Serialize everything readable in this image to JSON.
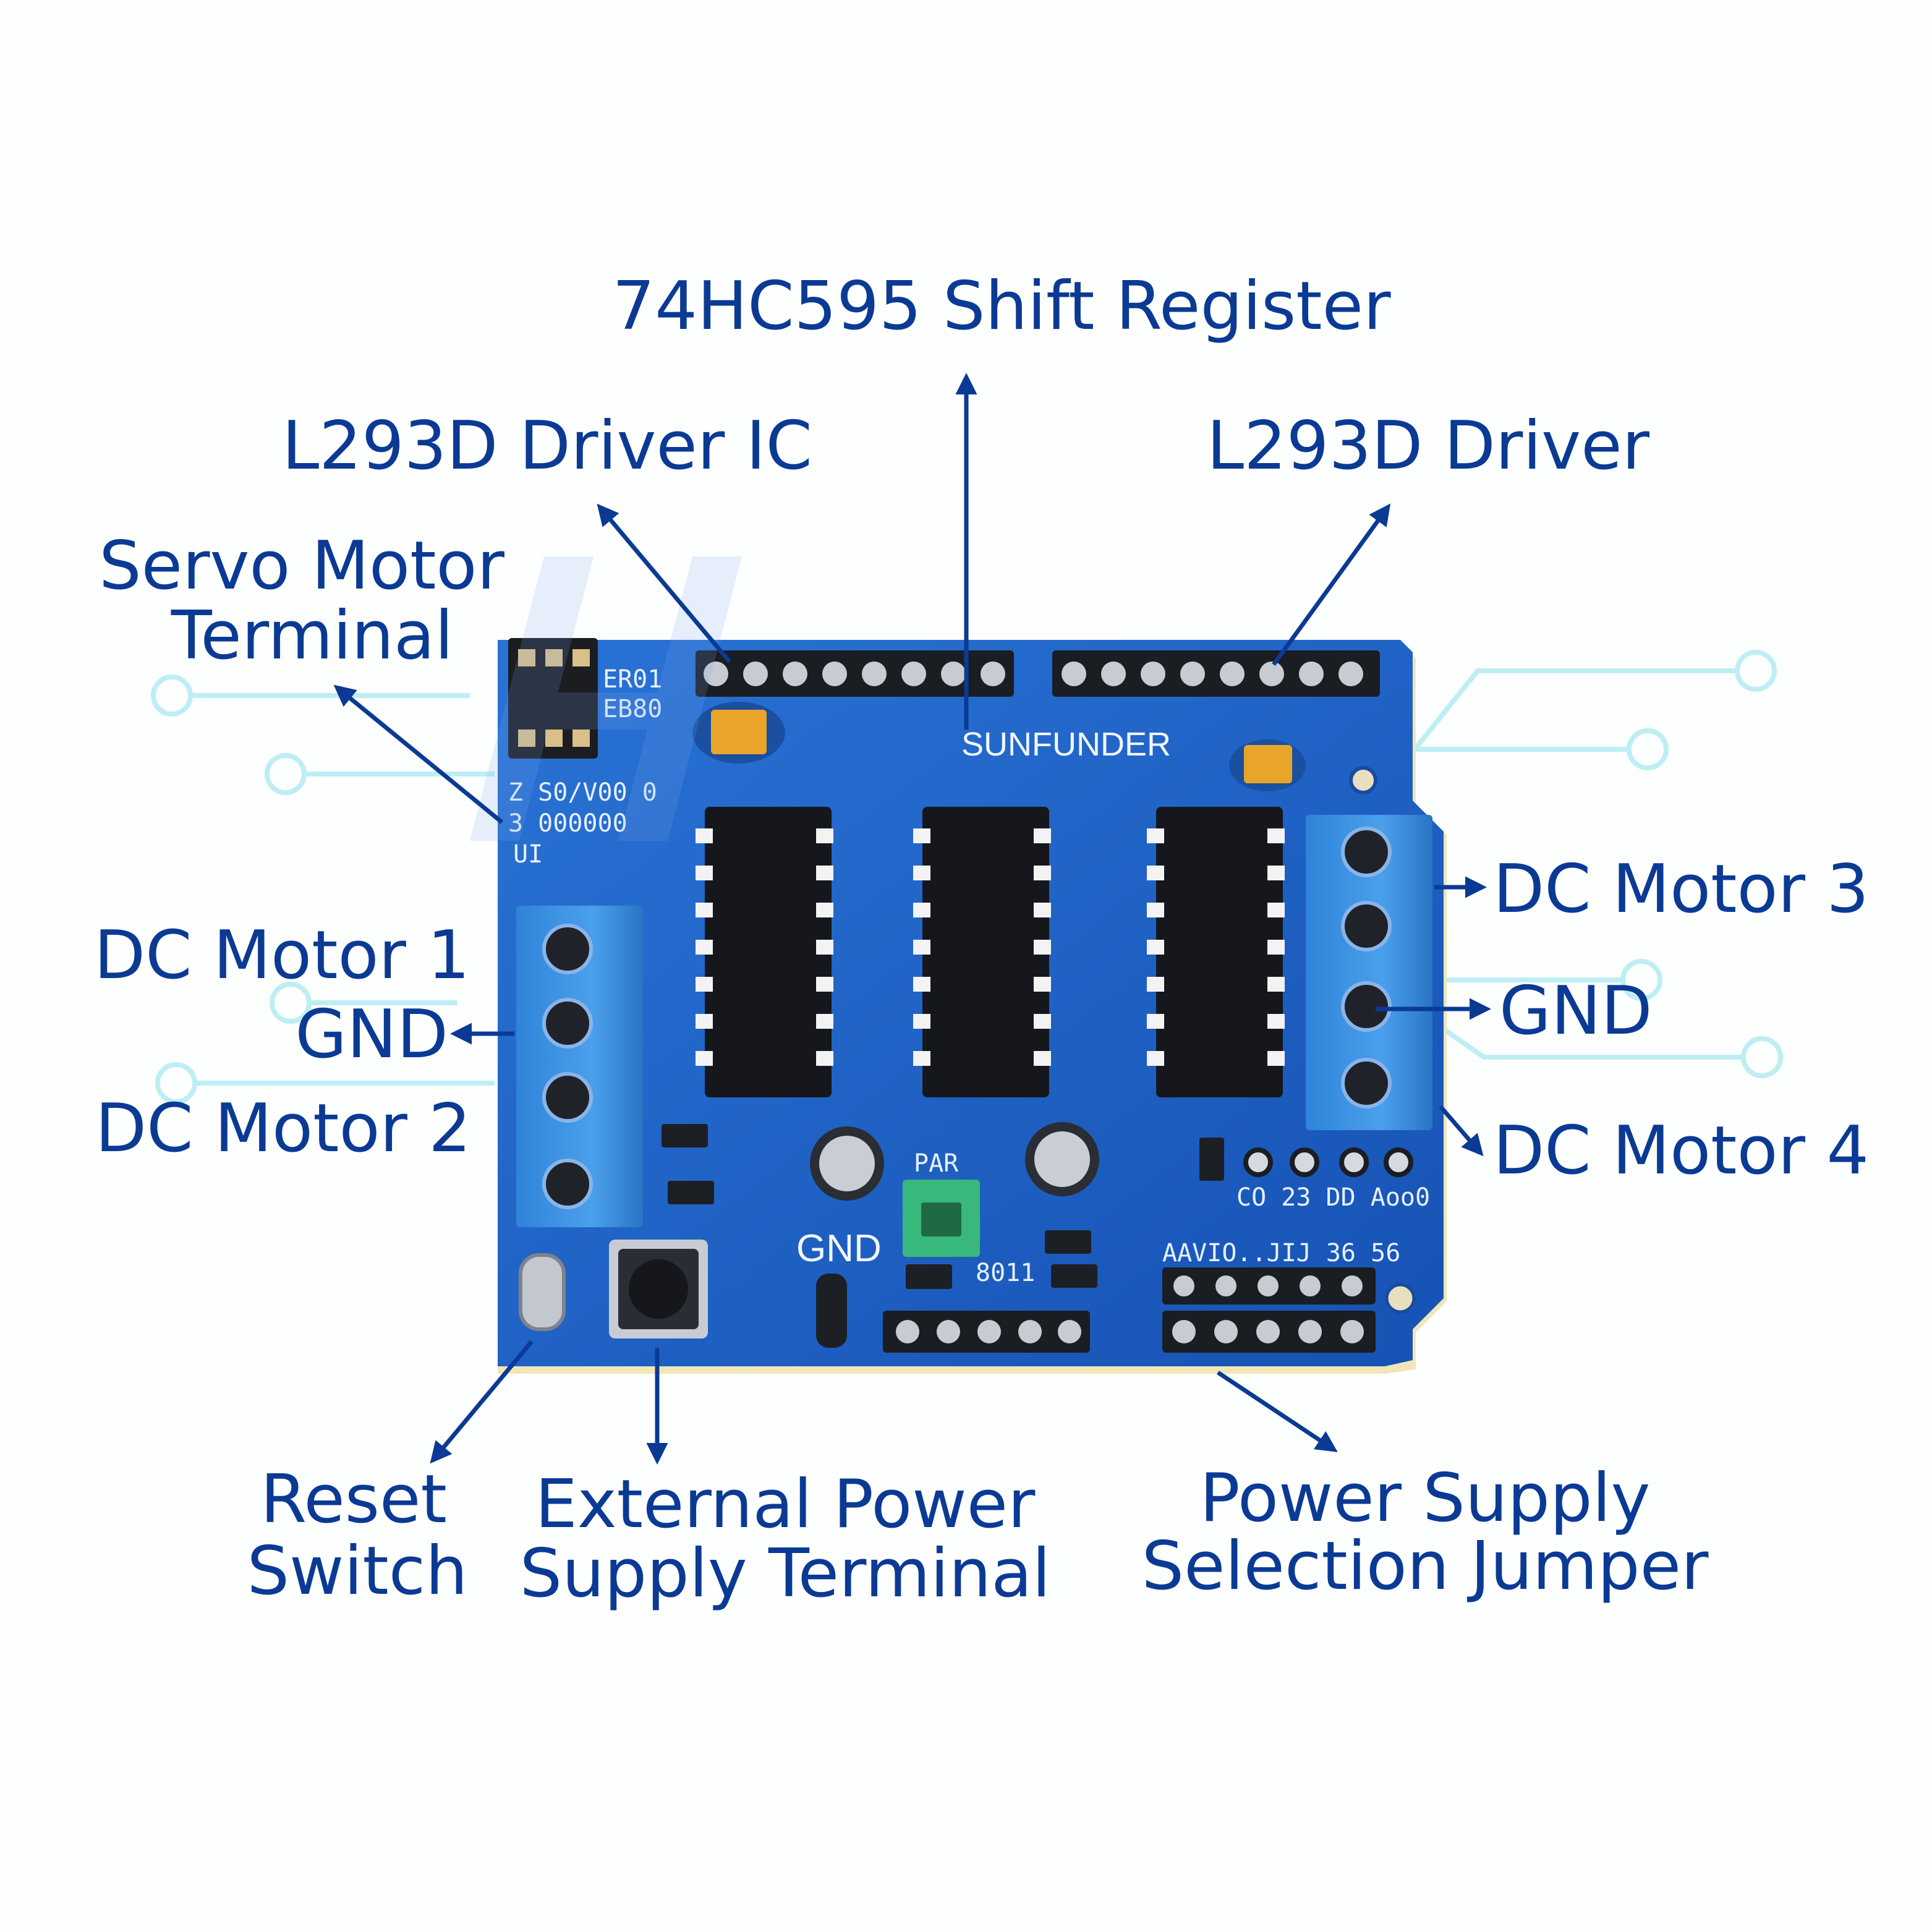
{
  "board": {
    "silkscreen_brand": "SUNFUNDER",
    "silkscreen_gnd": "GND",
    "silkscreen_ero1": "ER01",
    "silkscreen_eb80": "EB80",
    "silkscreen_row1": "Z S0/V00 0",
    "silkscreen_row2": "3 000000",
    "silkscreen_ui": "UI",
    "silkscreen_pwr": "PAR",
    "silkscreen_bottom_right": "AAVIO..JIJ 36 56",
    "silkscreen_pads": "CO  23 DD Aoo0",
    "silkscreen_small": "8011"
  },
  "labels": {
    "shift_register": "74HC595 Shift Register",
    "driver_ic_left": "L293D Driver IC",
    "driver_right": "L293D Driver",
    "servo_line1": "Servo Motor",
    "servo_line2": "Terminal",
    "dc_motor_1": "DC Motor 1",
    "gnd_left": "GND",
    "dc_motor_2": "DC Motor 2",
    "dc_motor_3": "DC Motor 3",
    "gnd_right": "GND",
    "dc_motor_4": "DC Motor 4",
    "reset_line1": "Reset",
    "reset_line2": "Switch",
    "ext_power_line1": "External Power",
    "ext_power_line2": "Supply Terminal",
    "psu_jumper_line1": "Power Supply",
    "psu_jumper_line2": "Selection Jumper"
  },
  "colors": {
    "label_text": "#0b3a94",
    "board_blue": "#1e62c8",
    "terminal_blue": "#3a8fe0",
    "ic_black": "#15171c",
    "accent_cyan": "#bdeef4",
    "jumper_green": "#38b87a"
  }
}
